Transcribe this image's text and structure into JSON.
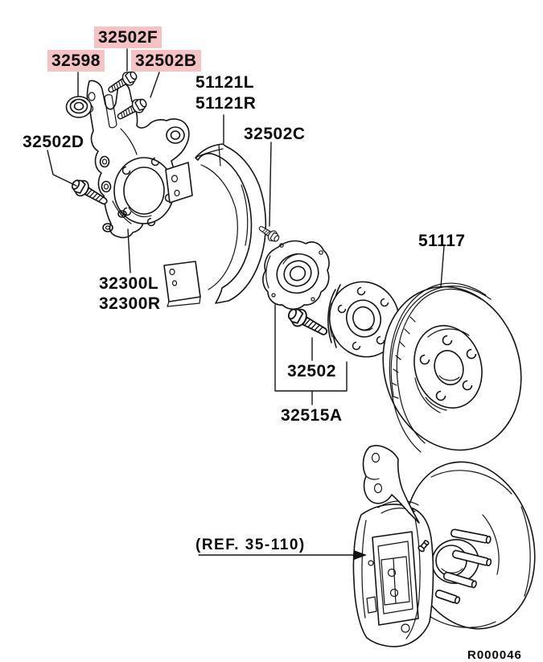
{
  "highlight_color": "#F5C3C3",
  "line_color": "#141414",
  "background_color": "#ffffff",
  "labels": [
    {
      "part_no": "32502F",
      "highlighted": true
    },
    {
      "part_no": "32598",
      "highlighted": true
    },
    {
      "part_no": "32502B",
      "highlighted": true
    },
    {
      "part_no": "51121L",
      "highlighted": false
    },
    {
      "part_no": "51121R",
      "highlighted": false
    },
    {
      "part_no": "32502C",
      "highlighted": false
    },
    {
      "part_no": "32502D",
      "highlighted": false
    },
    {
      "part_no": "32300L",
      "highlighted": false
    },
    {
      "part_no": "32300R",
      "highlighted": false
    },
    {
      "part_no": "51117",
      "highlighted": false
    },
    {
      "part_no": "32502",
      "highlighted": false
    },
    {
      "part_no": "32515A",
      "highlighted": false
    }
  ],
  "ref_note": "(REF. 35-110)",
  "doc_code": "R000046"
}
